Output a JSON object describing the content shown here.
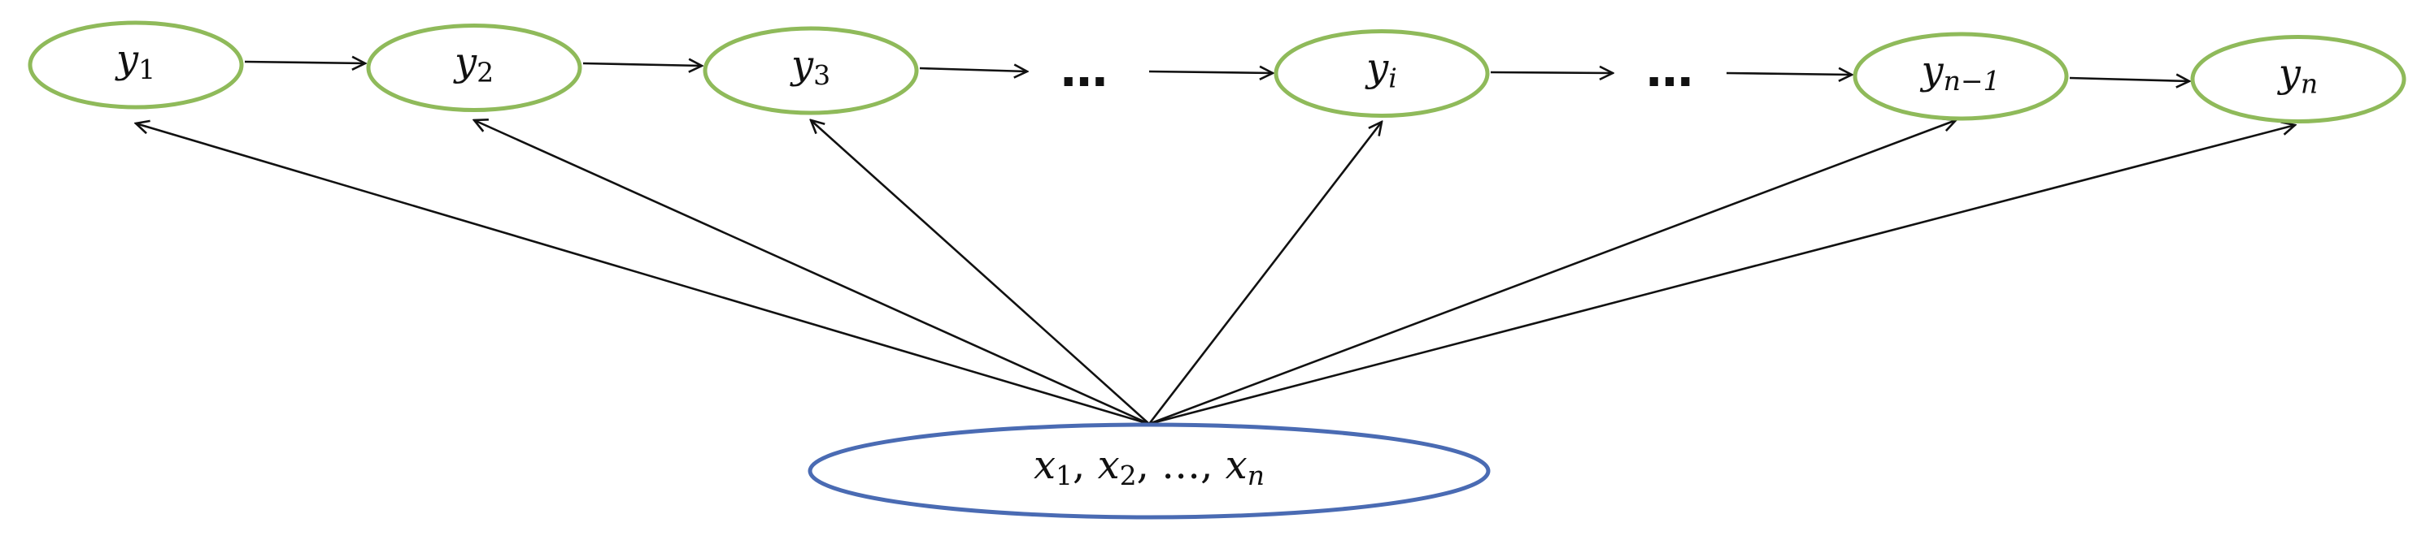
{
  "diagram": {
    "y_nodes": [
      {
        "name": "y",
        "sub": "1"
      },
      {
        "name": "y",
        "sub": "2"
      },
      {
        "name": "y",
        "sub": "3"
      },
      {
        "name": "y",
        "sub": "i"
      },
      {
        "name": "y",
        "sub": "n−1"
      },
      {
        "name": "y",
        "sub": "n"
      }
    ],
    "ellipsis": "…",
    "x_node": {
      "parts": [
        {
          "name": "x",
          "sub": "1"
        },
        {
          "sep": ", "
        },
        {
          "name": "x",
          "sub": "2"
        },
        {
          "sep": ", …, "
        },
        {
          "name": "x",
          "sub": "n"
        }
      ]
    },
    "colors": {
      "y_border": "#8fba5a",
      "x_border": "#4a6bb3",
      "arrow": "#111111"
    }
  }
}
